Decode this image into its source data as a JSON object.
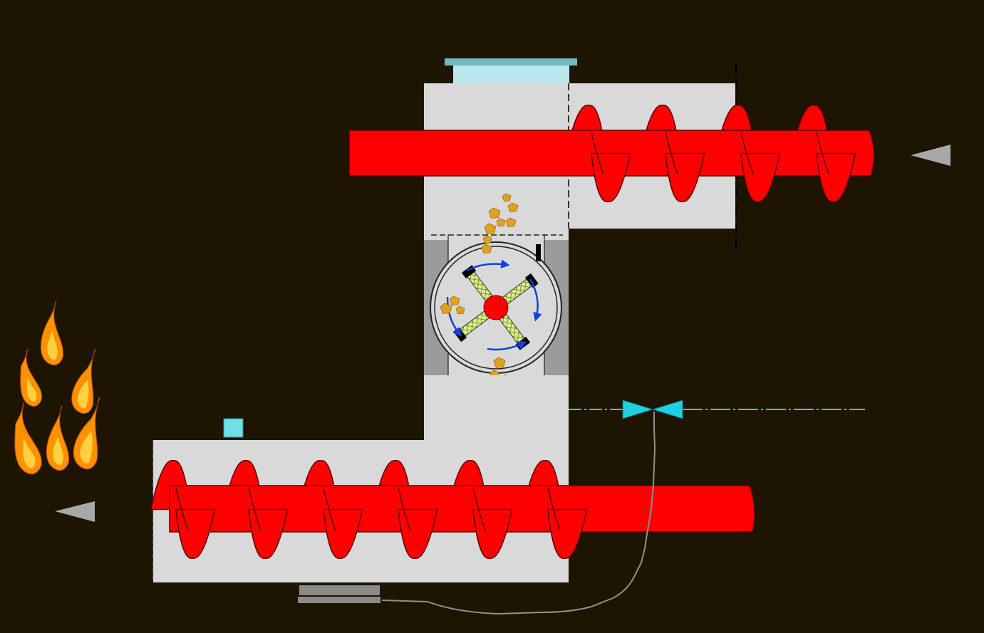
{
  "colors": {
    "background": "#1d1502",
    "housing": "#d9d9d9",
    "housing_outline": "#8a8a8a",
    "screw": "#ff0000",
    "screw_outline": "#5a0000",
    "rotor_box": "#9b9b9b",
    "rotor_hub": "#ff0000",
    "blade": "#d7f08a",
    "blade_tip": "#000000",
    "rotation_arrow": "#1040e0",
    "particles": "#e0a020",
    "valve": "#20d0e0",
    "sensor_box": "#70e0e8",
    "inlet_cap": "#b8e8ec",
    "inlet_flange": "#70b8c0",
    "flow_arrow": "#a8a8a8",
    "wire": "#909090",
    "flame_outer": "#ff9000",
    "flame_inner": "#ffd040"
  },
  "icons": {
    "flame": "fire-icon",
    "valve": "butterfly-valve-icon",
    "flow_arrow": "left-triangle-arrow-icon"
  },
  "components": [
    "upper-screw-conveyor",
    "rotary-airlock-valve",
    "lower-screw-conveyor",
    "inline-valve",
    "bottom-sensor",
    "burner-flame"
  ]
}
